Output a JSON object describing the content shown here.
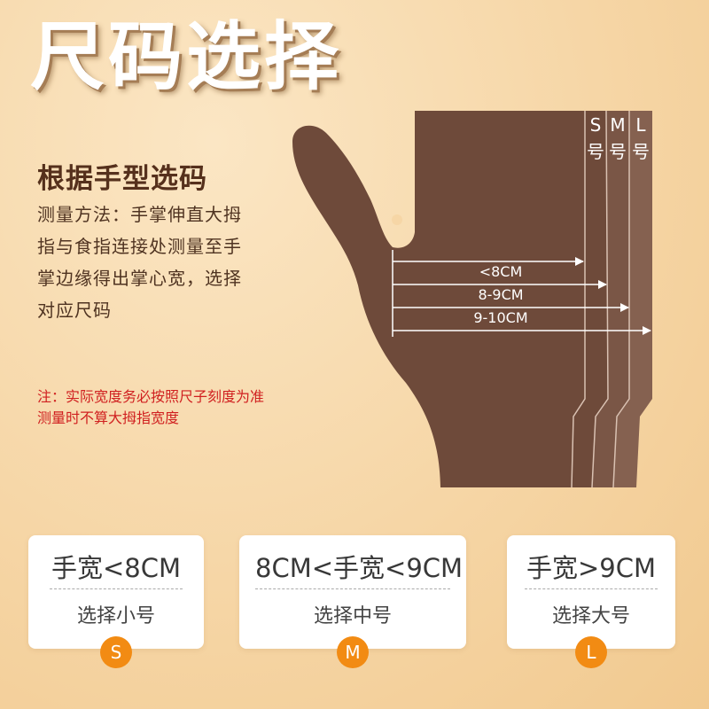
{
  "header": {
    "title": "尺码选择"
  },
  "guide": {
    "subtitle": "根据手型选码",
    "description_lines": [
      "测量方法：手掌伸直大拇",
      "指与食指连接处测量至手",
      "掌边缘得出掌心宽，选择",
      "对应尺码"
    ],
    "note_lines": [
      "注：实际宽度务必按照尺子刻度为准",
      "测量时不算大拇指宽度"
    ]
  },
  "hand_diagram": {
    "size_labels": [
      {
        "letter": "S",
        "suffix": "号"
      },
      {
        "letter": "M",
        "suffix": "号"
      },
      {
        "letter": "L",
        "suffix": "号"
      }
    ],
    "measurements": [
      "<8CM",
      "8-9CM",
      "9-10CM"
    ]
  },
  "cards": [
    {
      "range": "手宽<8CM",
      "choice": "选择小号",
      "badge": "S"
    },
    {
      "range": "8CM<手宽<9CM",
      "choice": "选择中号",
      "badge": "M"
    },
    {
      "range": "手宽>9CM",
      "choice": "选择大号",
      "badge": "L"
    }
  ],
  "colors": {
    "hand": "#6e4a3a",
    "hand_m_zone": "#7a5646",
    "hand_l_zone": "#856150",
    "badge": "#f28b13",
    "note": "#d02020",
    "title_text": "#ffffff"
  }
}
